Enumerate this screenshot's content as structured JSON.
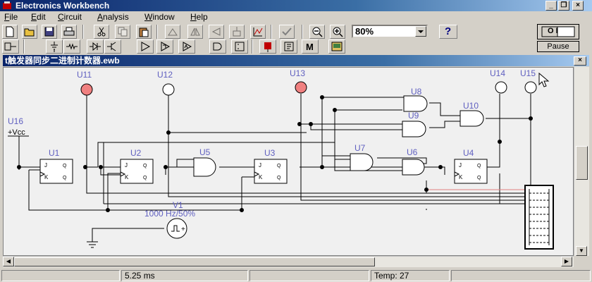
{
  "app": {
    "title": "Electronics Workbench"
  },
  "menu": {
    "file": "ile",
    "file_key": "F",
    "edit": "dit",
    "edit_key": "E",
    "circuit": "ircuit",
    "circuit_key": "C",
    "analysis": "nalysis",
    "analysis_key": "A",
    "window": "indow",
    "window_key": "W",
    "help": "elp",
    "help_key": "H"
  },
  "toolbar": {
    "zoom": "80%",
    "help_label": "?",
    "pause_label": "Pause",
    "power_label": "O  I"
  },
  "document": {
    "title": "t触发器同步二进制计数器.ewb"
  },
  "schematic": {
    "labels": {
      "u11": "U11",
      "u12": "U12",
      "u13": "U13",
      "u14": "U14",
      "u15": "U15",
      "u16": "U16",
      "vcc": "+Vcc",
      "u1": "U1",
      "u2": "U2",
      "u3": "U3",
      "u4": "U4",
      "u5": "U5",
      "u6": "U6",
      "u7": "U7",
      "u8": "U8",
      "u9": "U9",
      "u10": "U10",
      "v1": "V1",
      "v1_value": "1000 Hz/50%"
    },
    "pins": {
      "j": "J",
      "k": "K",
      "q": "Q"
    },
    "colors": {
      "probe_on": "#f08080",
      "wire": "#000000",
      "label": "#6060c0",
      "signal_red": "#e08080"
    }
  },
  "status": {
    "time": "5.25 ms",
    "temp": "Temp:  27"
  }
}
